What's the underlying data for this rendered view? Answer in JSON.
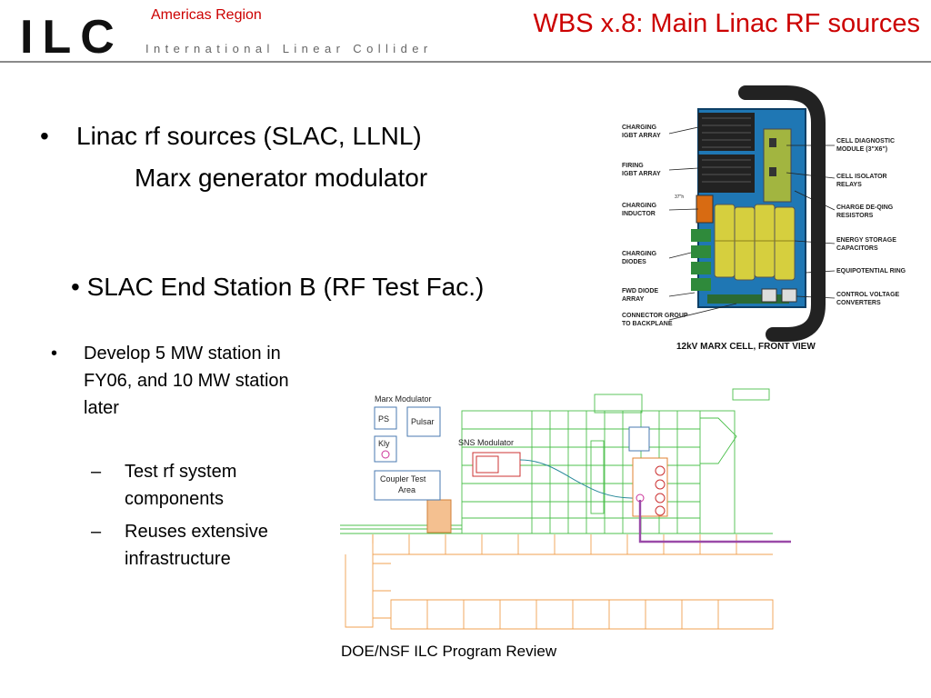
{
  "header": {
    "logo_text": "ILC",
    "region": "Americas Region",
    "tagline": "International Linear Collider",
    "title": "WBS x.8: Main Linac RF sources"
  },
  "content": {
    "bullet1": {
      "text": "Linac rf sources (SLAC, LLNL)",
      "sub": "Marx generator modulator"
    },
    "bullet2": "• SLAC  End Station B (RF Test Fac.)",
    "bullet3": {
      "text": "Develop 5 MW station in FY06, and 10 MW station later",
      "subs": [
        "Test rf system components",
        "Reuses extensive infrastructure"
      ]
    }
  },
  "marx_figure": {
    "labels_left": [
      "CHARGING",
      "IGBT ARRAY",
      "FIRING",
      "IGBT ARRAY",
      "CHARGING",
      "INDUCTOR",
      "CHARGING",
      "DIODES",
      "FWD DIODE",
      "ARRAY",
      "CONNECTOR GROUP",
      "TO BACKPLANE"
    ],
    "labels_right": [
      "CELL DIAGNOSTIC",
      "MODULE (3\"X6\")",
      "CELL ISOLATOR",
      "RELAYS",
      "CHARGE DE-QING",
      "RESISTORS",
      "ENERGY STORAGE",
      "CAPACITORS",
      "EQUIPOTENTIAL RING",
      "CONTROL VOLTAGE",
      "CONVERTERS"
    ],
    "dimension": "37\"h",
    "caption": "12kV MARX CELL, FRONT VIEW"
  },
  "floorplan": {
    "marx_modulator": "Marx Modulator",
    "ps": "PS",
    "pulsar": "Pulsar",
    "kly": "Kly",
    "coupler_1": "Coupler Test",
    "coupler_2": "Area",
    "sns": "SNS Modulator"
  },
  "footer": "DOE/NSF ILC Program Review"
}
